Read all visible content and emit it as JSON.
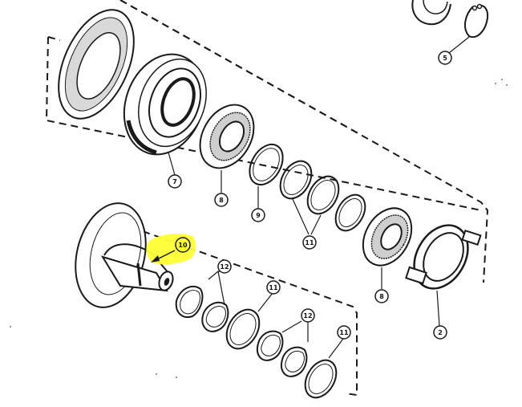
{
  "callouts": [
    {
      "id": "c5",
      "label": "5"
    },
    {
      "id": "c7",
      "label": "7"
    },
    {
      "id": "c8a",
      "label": "8"
    },
    {
      "id": "c9",
      "label": "9"
    },
    {
      "id": "c11a",
      "label": "11"
    },
    {
      "id": "c8b",
      "label": "8"
    },
    {
      "id": "c2",
      "label": "2"
    },
    {
      "id": "c10",
      "label": "10"
    },
    {
      "id": "c12a",
      "label": "12"
    },
    {
      "id": "c11b",
      "label": "11"
    },
    {
      "id": "c12b",
      "label": "12"
    },
    {
      "id": "c11c",
      "label": "11"
    }
  ],
  "colors": {
    "ink": "#1a1a1a",
    "highlight": "#ffff33",
    "paper": "#ffffff"
  }
}
